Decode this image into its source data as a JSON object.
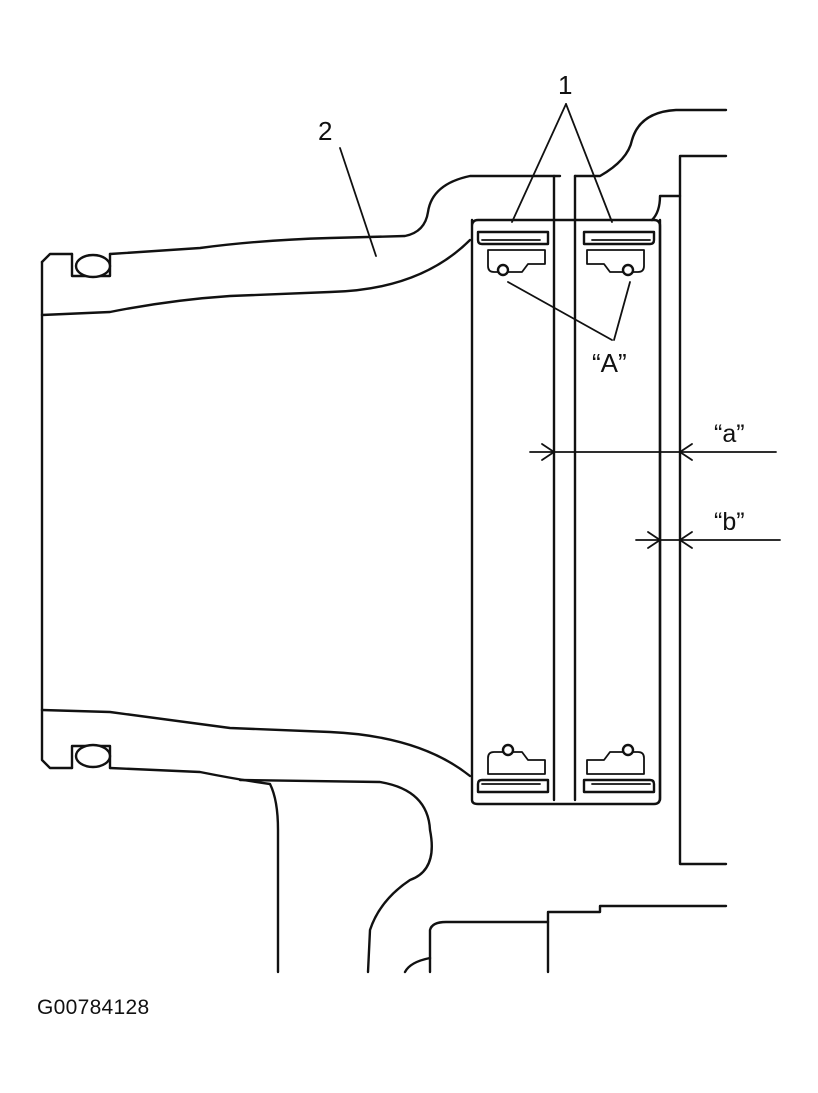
{
  "callouts": {
    "seal": "1",
    "housing": "2",
    "lip_detail": "“A”"
  },
  "dimensions": {
    "a": "“a”",
    "b": "“b”"
  },
  "figure_id": "G00784128"
}
